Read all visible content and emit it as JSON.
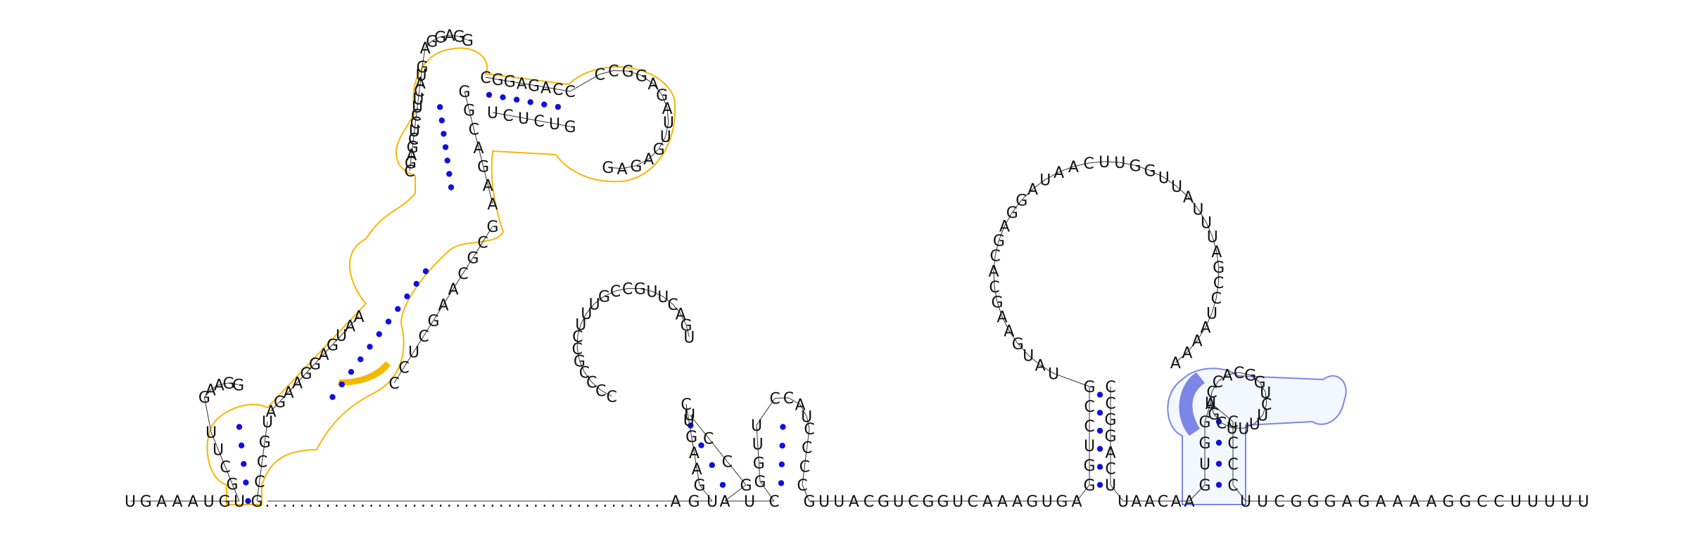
{
  "structure": {
    "sequence": "UGAAAUGCUUGCUGAAGGAGAAGGAGUAACGAGCUCCUUCAUGCGGAGGAGACCCCCAAAGUAUUGAGAGCUGGUCUCUGUAGAAAUCGGACGCAGCGCUGGAGCUGGUCCGCUGCCCUGCGGGCGAGCAAGCUCGAGUAUCAUUCGUGGCUUCGCGGAACCUAUCCGUUACGUCGGUCAAAGUGAUAACAAUUUCGGGAGAAAAGGCCUUUUU",
    "region_a_color": "#f5b800",
    "region_b_color": "#7b86e6",
    "pair_color": "#1010e0"
  },
  "segments": {
    "s_5p": "UGAAAUG",
    "h1_left": "UGCUU",
    "h1_loop": "GAAGG",
    "h1_right": "UGCCG",
    "h2_left_top": "AGAAGGAGUAA",
    "h2_right": "GCGCAAGCUCC",
    "h3_left": "CGAGCUCCUUCAUG",
    "h3_loop": "AGGAGG",
    "h3_right": "GGCAGAA",
    "h4_left": "CGGAGACC",
    "h4_loop": "CCGGAGAUUGAGAG",
    "h4_right": "GUCUCU",
    "linker1": "AGU",
    "h5_stem_left": "GAAGUC",
    "h5_loop": "CCCCGCCUUUGCCGUUCAGU",
    "h5_stem_right": "UCCG",
    "linker2": "AUC",
    "h6_left": "GGUU",
    "h6_loop": "CCAU",
    "h6_right": "CCCC",
    "linker3": "GUUACGUCGGUCAAAGUGA",
    "h7_left": "GGUCCG",
    "h7_loop": "UAUGAAGCACGAGGAUAACUUGGUUAUUUAGCCUAAAA",
    "h7_right": "CCGGACU",
    "linker4": "UAACAA",
    "h8_left": "GUGG",
    "h8_loop": "ACCACGGUCUUUUCGU",
    "h8_right": "CCCC",
    "s_3p": "UUCGGGAGAAAAGGCCUUUUU"
  }
}
